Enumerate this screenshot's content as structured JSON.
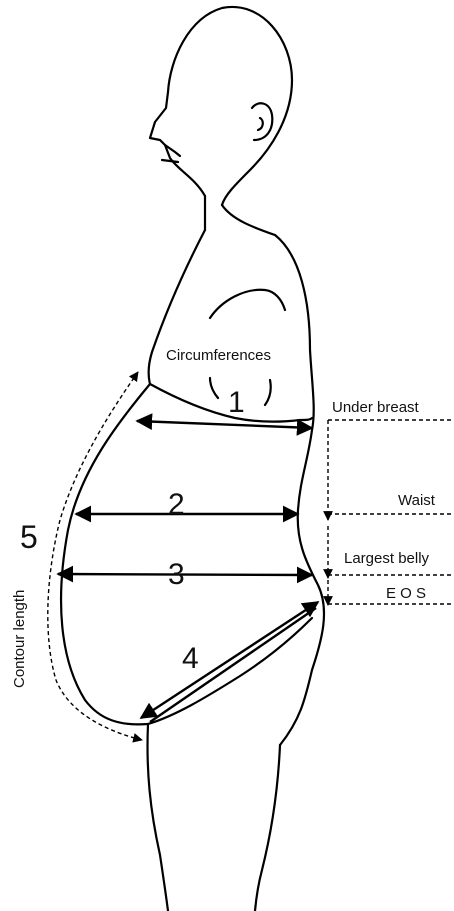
{
  "labels": {
    "circumferences": "Circumferences",
    "contour_length": "Contour length"
  },
  "measures": [
    {
      "number": "1",
      "name": "Under breast"
    },
    {
      "number": "2",
      "name": "Waist"
    },
    {
      "number": "3",
      "name": "Largest belly"
    },
    {
      "number": "4",
      "name": "E O S"
    },
    {
      "number": "5",
      "name": ""
    }
  ]
}
